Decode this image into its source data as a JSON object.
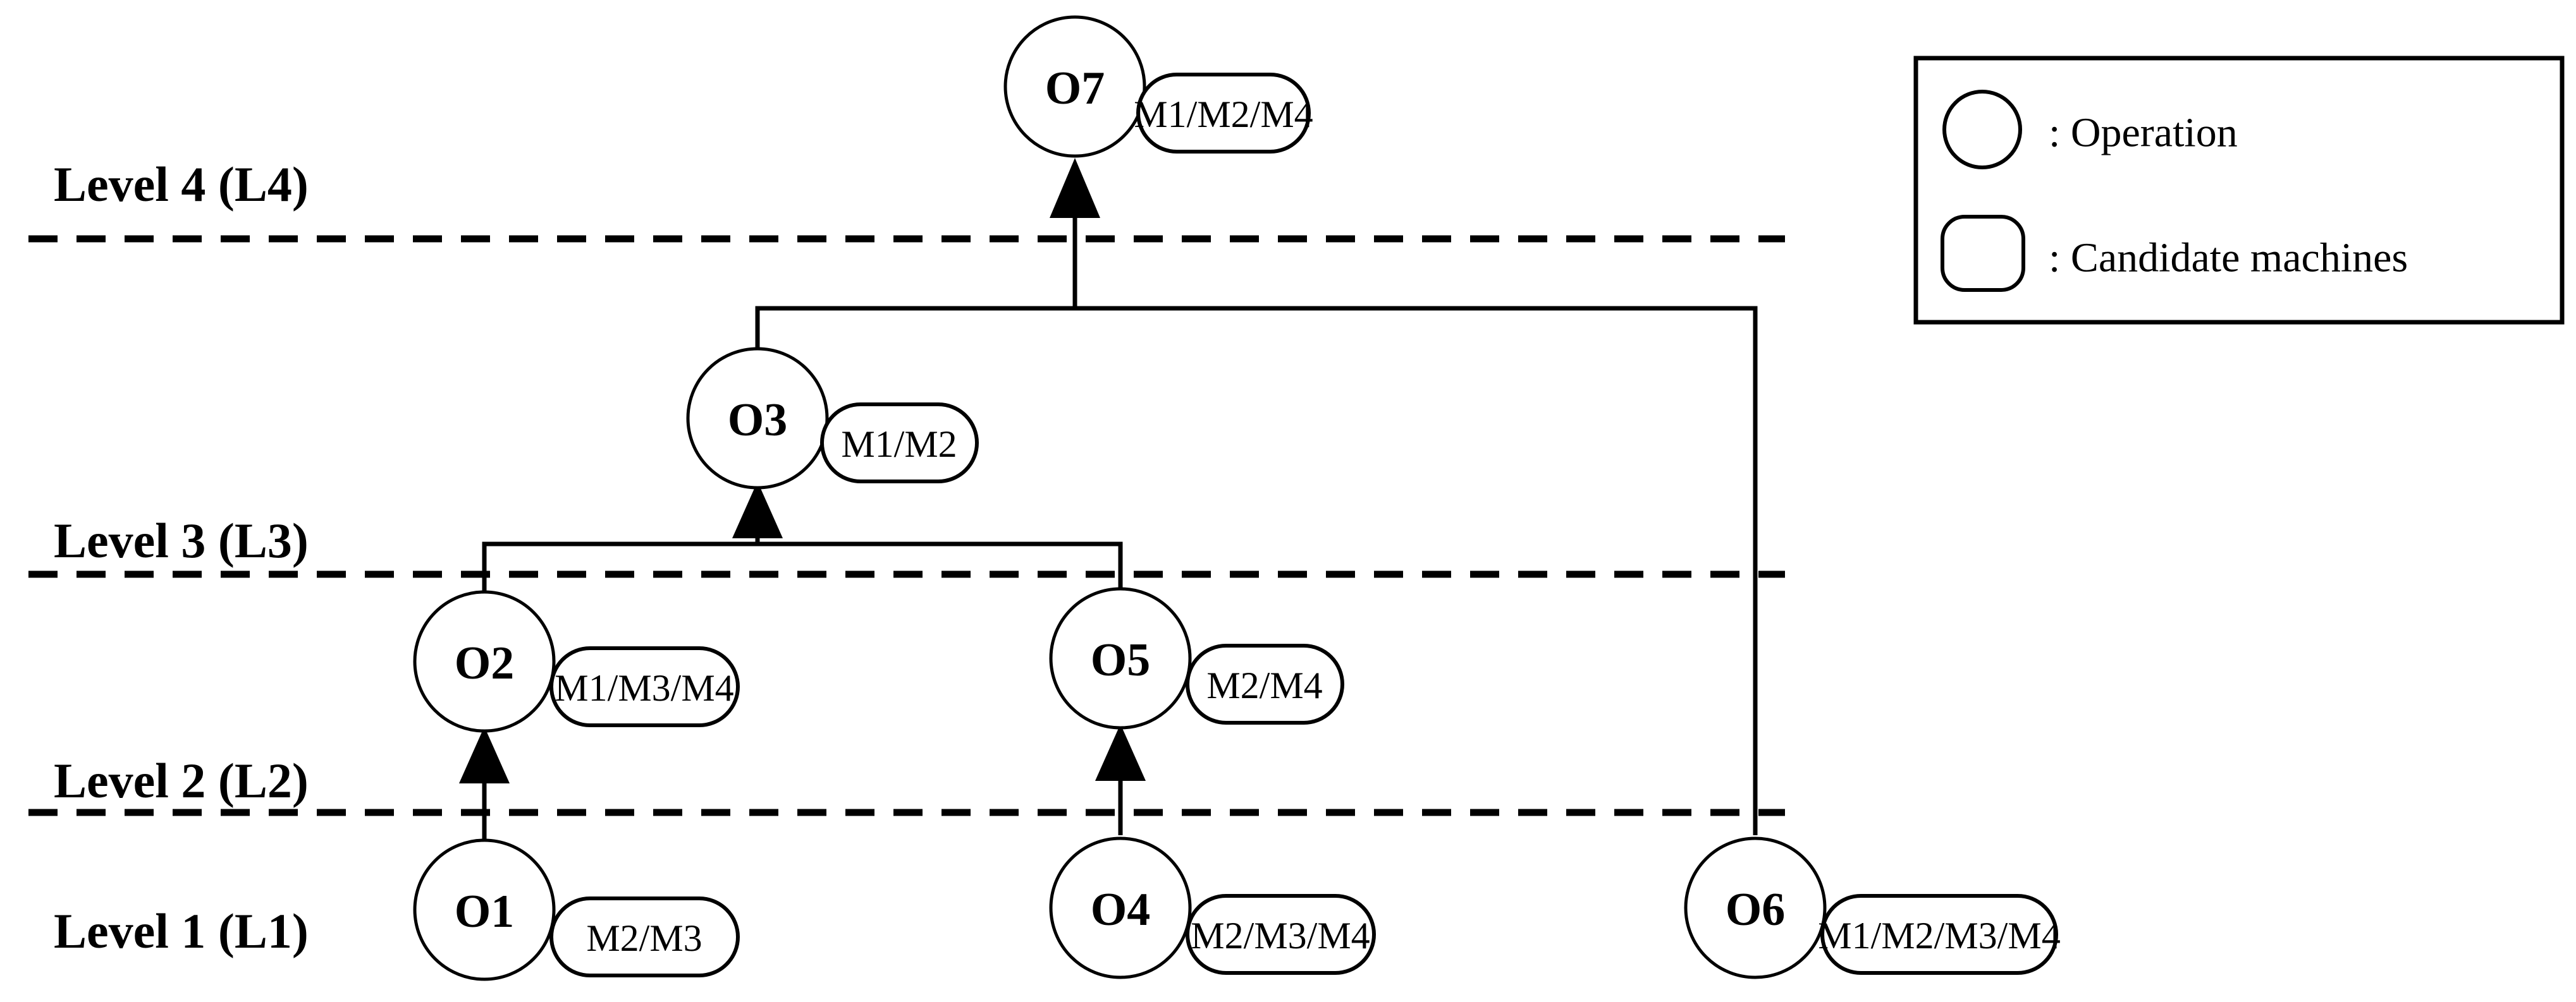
{
  "figure": {
    "type": "precedence-graph",
    "title": "",
    "background_color": "#ffffff",
    "line_color": "#000000"
  },
  "levels": [
    {
      "id": "L4",
      "label": "Level 4 (L4)"
    },
    {
      "id": "L3",
      "label": "Level 3 (L3)"
    },
    {
      "id": "L2",
      "label": "Level 2 (L2)"
    },
    {
      "id": "L1",
      "label": "Level 1 (L1)"
    }
  ],
  "operations": [
    {
      "id": "O7",
      "label": "O7",
      "level": "L4",
      "machines": "M1/M2/M4"
    },
    {
      "id": "O3",
      "label": "O3",
      "level": "L3",
      "machines": "M1/M2"
    },
    {
      "id": "O2",
      "label": "O2",
      "level": "L2",
      "machines": "M1/M3/M4"
    },
    {
      "id": "O5",
      "label": "O5",
      "level": "L2",
      "machines": "M2/M4"
    },
    {
      "id": "O1",
      "label": "O1",
      "level": "L1",
      "machines": "M2/M3"
    },
    {
      "id": "O4",
      "label": "O4",
      "level": "L1",
      "machines": "M2/M3/M4"
    },
    {
      "id": "O6",
      "label": "O6",
      "level": "L1",
      "machines": "M1/M2/M3/M4"
    }
  ],
  "edges": [
    {
      "from": "O1",
      "to": "O2"
    },
    {
      "from": "O4",
      "to": "O5"
    },
    {
      "from": "O2",
      "to": "O3"
    },
    {
      "from": "O5",
      "to": "O3"
    },
    {
      "from": "O3",
      "to": "O7"
    },
    {
      "from": "O6",
      "to": "O7"
    }
  ],
  "legend": {
    "entries": [
      {
        "glyph": "circle",
        "text": ": Operation"
      },
      {
        "glyph": "rounded-rect",
        "text": ": Candidate machines"
      }
    ]
  }
}
